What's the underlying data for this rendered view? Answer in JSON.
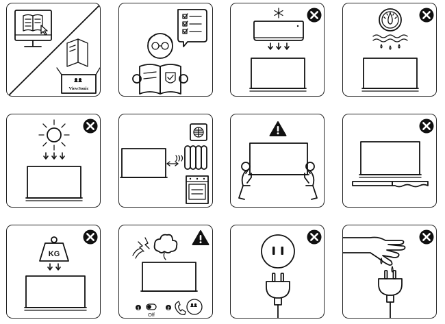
{
  "brand_text": "ViewSonic",
  "weight_label": "KG",
  "switch_label": "Off",
  "step_numbers": [
    "1",
    "2"
  ],
  "colors": {
    "ink": "#111111",
    "background": "#ffffff",
    "border": "#222222"
  },
  "tiles": [
    {
      "icon": "read-manual-icon",
      "prohibited": false,
      "warning": false
    },
    {
      "icon": "person-reading-checklist-icon",
      "prohibited": false,
      "warning": false
    },
    {
      "icon": "air-conditioner-airflow-icon",
      "prohibited": true,
      "warning": false
    },
    {
      "icon": "humidity-gauge-icon",
      "prohibited": true,
      "warning": false
    },
    {
      "icon": "direct-sunlight-icon",
      "prohibited": true,
      "warning": false
    },
    {
      "icon": "heat-source-icon",
      "prohibited": false,
      "warning": false
    },
    {
      "icon": "two-person-lift-icon",
      "prohibited": false,
      "warning": true
    },
    {
      "icon": "unstable-surface-icon",
      "prohibited": true,
      "warning": false
    },
    {
      "icon": "heavy-weight-icon",
      "prohibited": true,
      "warning": false
    },
    {
      "icon": "smoke-spark-icon",
      "prohibited": false,
      "warning": true
    },
    {
      "icon": "wall-outlet-plug-icon",
      "prohibited": true,
      "warning": false
    },
    {
      "icon": "wet-hand-plug-icon",
      "prohibited": true,
      "warning": false
    }
  ]
}
